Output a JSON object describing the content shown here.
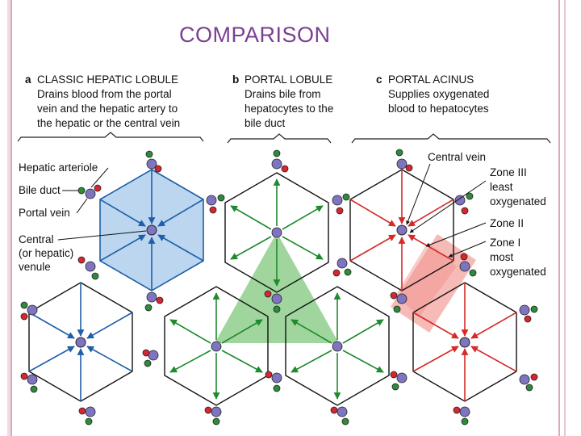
{
  "title": "COMPARISON",
  "panels": [
    {
      "letter": "a",
      "heading": "CLASSIC HEPATIC LOBULE",
      "lines": [
        "Drains blood from the portal",
        "vein and the hepatic artery to",
        "the hepatic or the central vein"
      ]
    },
    {
      "letter": "b",
      "heading": "PORTAL LOBULE",
      "lines": [
        "Drains bile from",
        "hepatocytes to the",
        "bile duct"
      ]
    },
    {
      "letter": "c",
      "heading": "PORTAL ACINUS",
      "lines": [
        "Supplies oxygenated",
        "blood to hepatocytes"
      ]
    }
  ],
  "labels_left": {
    "hepatic_arteriole": "Hepatic arteriole",
    "bile_duct": "Bile duct",
    "portal_vein": "Portal vein",
    "central_lines": [
      "Central",
      "(or hepatic)",
      "venule"
    ]
  },
  "labels_right": {
    "central_vein": "Central vein",
    "zone3_lines": [
      "Zone III",
      "least",
      "oxygenated"
    ],
    "zone2": "Zone II",
    "zone1_lines": [
      "Zone I",
      "most",
      "oxygenated"
    ]
  },
  "colors": {
    "title": "#7b3f92",
    "hepatic_arteriole": "#2e8b3a",
    "bile_duct": "#2e8b3a",
    "portal_vein": "#7f74c0",
    "arteriole_red": "#d7262e",
    "central_vein": "#7f74c0",
    "classic_lobule_fill": "#bcd6f0",
    "classic_arrows": "#1f5fa8",
    "portal_lobule_fill": "#8fcf8c",
    "portal_arrows": "#1f8a2e",
    "acinus_fill": "#f3a39f",
    "acinus_arrows": "#d62a2a"
  }
}
